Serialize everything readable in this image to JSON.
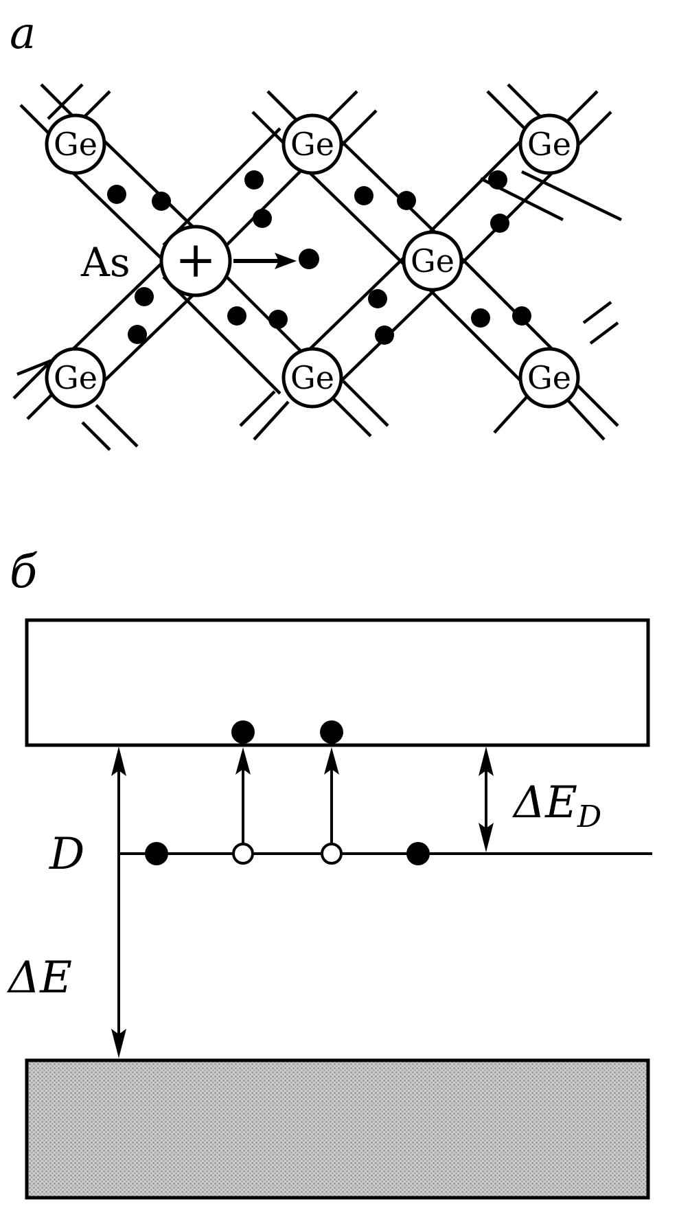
{
  "panel_a": {
    "label": "a",
    "atom_label": "Ge",
    "dopant_label": "As",
    "dopant_charge": "+"
  },
  "panel_b": {
    "label": "б",
    "donor_level_label": "D",
    "gap_label": "ΔE",
    "donor_gap_label": "ΔE",
    "donor_gap_subscript": "D"
  },
  "colors": {
    "ink": "#000000",
    "valence_fill": "#bdbdbd",
    "background": "#ffffff"
  }
}
